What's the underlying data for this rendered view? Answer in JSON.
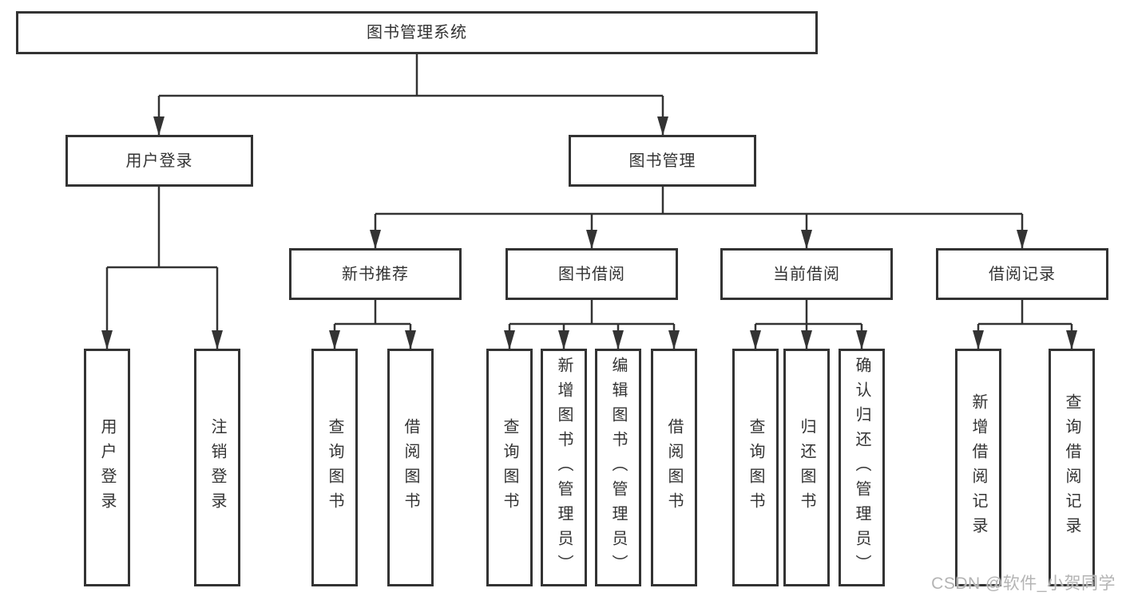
{
  "tree": {
    "root": {
      "label": "图书管理系统",
      "children": [
        {
          "label": "用户登录",
          "children": [
            {
              "label": "用户登录"
            },
            {
              "label": "注销登录"
            }
          ]
        },
        {
          "label": "图书管理",
          "children": [
            {
              "label": "新书推荐",
              "children": [
                {
                  "label": "查询图书"
                },
                {
                  "label": "借阅图书"
                }
              ]
            },
            {
              "label": "图书借阅",
              "children": [
                {
                  "label": "查询图书"
                },
                {
                  "label": "新增图书（管理员）"
                },
                {
                  "label": "编辑图书（管理员）"
                },
                {
                  "label": "借阅图书"
                }
              ]
            },
            {
              "label": "当前借阅",
              "children": [
                {
                  "label": "查询图书"
                },
                {
                  "label": "归还图书"
                },
                {
                  "label": "确认归还（管理员）"
                }
              ]
            },
            {
              "label": "借阅记录",
              "children": [
                {
                  "label": "新增借阅记录"
                },
                {
                  "label": "查询借阅记录"
                }
              ]
            }
          ]
        }
      ]
    }
  },
  "watermark": {
    "text": "CSDN @软件_小贺同学"
  },
  "colors": {
    "line": "#333333",
    "box_border": "#333333",
    "text": "#333333",
    "watermark": "#b4b4b4",
    "background": "#ffffff"
  }
}
